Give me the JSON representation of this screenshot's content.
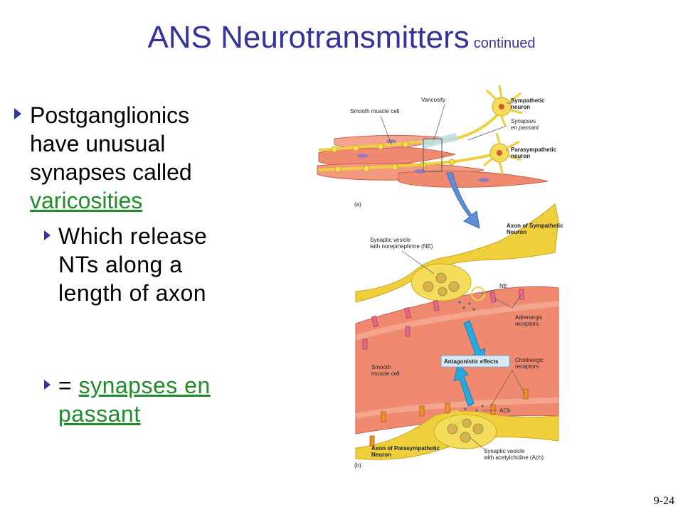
{
  "slide": {
    "title": "ANS Neurotransmitters",
    "title_suffix": "continued",
    "page_number": "9-24"
  },
  "bullets": {
    "b1_text": "Postganglionics have unusual synapses called",
    "b1_link": "varicosities",
    "b2_text": "Which release NTs along a length of axon",
    "b3_prefix": "=",
    "b3_link": "synapses en passant"
  },
  "figure": {
    "a": {
      "smooth_muscle": "Smooth muscle cell",
      "varicosity": "Varicosity",
      "sympathetic": "Sympathetic",
      "neuron1": "neuron",
      "synapses": "Synapses",
      "en_passant": "en passant",
      "parasympathetic": "Parasympathetic",
      "neuron2": "neuron",
      "panel": "(a)"
    },
    "b": {
      "axon_symp_1": "Axon of Sympathetic",
      "axon_symp_2": "Neuron",
      "vesicle_ne_1": "Synaptic vesicle",
      "vesicle_ne_2": "with norepinephrine (NE)",
      "ne": "NE",
      "adrenergic_1": "Adrenergic",
      "adrenergic_2": "receptors",
      "antagonistic": "Antagonistic effects",
      "smooth_1": "Smooth",
      "smooth_2": "muscle cell",
      "cholinergic_1": "Cholinergic",
      "cholinergic_2": "receptors",
      "ach": "ACh",
      "axon_para_1": "Axon of Parasympathetic",
      "axon_para_2": "Neuron",
      "vesicle_ach_1": "Synaptic vesicle",
      "vesicle_ach_2": "with acetylcholine (Ach)",
      "panel": "(b)"
    }
  },
  "colors": {
    "title": "#333399",
    "link": "#238b2b",
    "bullet_marker": "#333399",
    "axon": "#f0cf3c",
    "muscle": "#ef8a70",
    "arrow_blue": "#29a9e0"
  }
}
